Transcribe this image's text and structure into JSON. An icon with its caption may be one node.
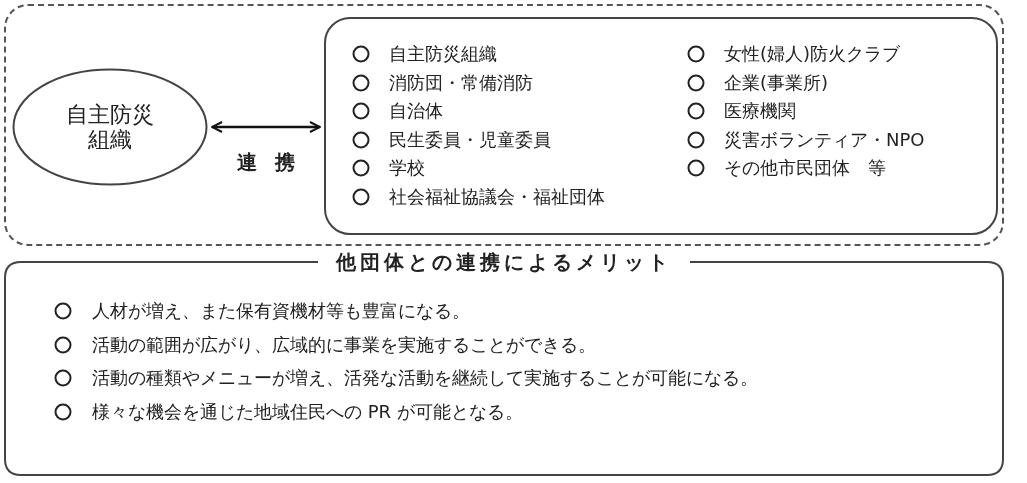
{
  "diagram": {
    "nodes": [
      {
        "text": [],
        "shape": "box"
      },
      {
        "text": [
          "自主防災組織"
        ],
        "in": 0
      },
      {
        "text": [
          "自主防災組織",
          "消防団・常備消防",
          "自治体",
          "民生委員・児童委員",
          "学校",
          "社会福祉協議会・福祉団体",
          "女性(婦人)防火クラブ",
          "企業(事業所)",
          "医療機関",
          "災害ボランティア・NPO",
          "その他市民団体　等"
        ],
        "in": 0
      },
      {
        "text": [
          "他団体との連携によるメリット",
          "人材が増え、また保有資機材等も豊富になる。",
          "活動の範囲が広がり、広域的に事業を実施することができる。",
          "活動の種類やメニューが増え、活発な活動を継続して実施することが可能になる。",
          "様々な機会を通じた地域住民への PR が可能となる。"
        ]
      }
    ],
    "edges": [
      {
        "from": 1,
        "to": 2,
        "arrow": "both",
        "label": "連携"
      }
    ]
  }
}
